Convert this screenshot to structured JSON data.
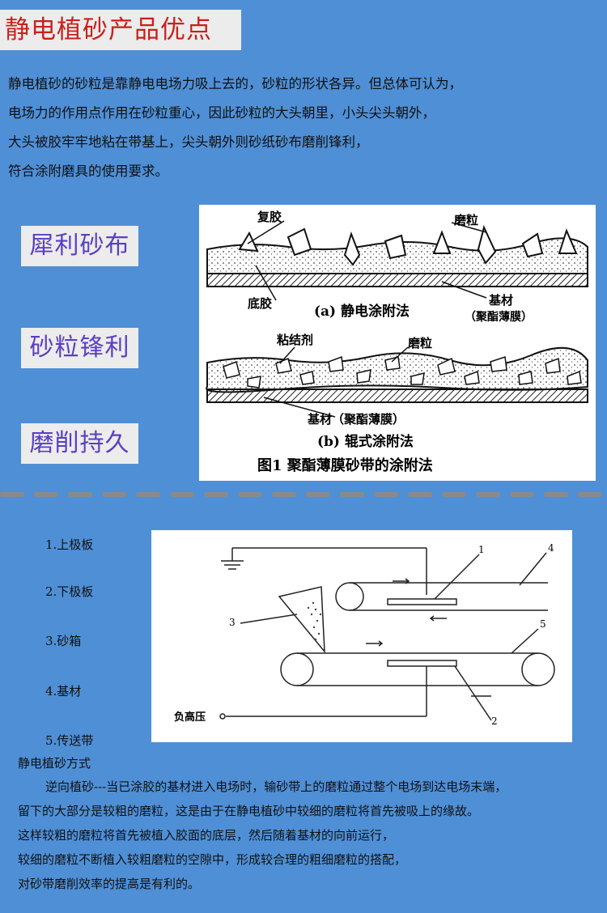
{
  "header": {
    "title": "静电植砂产品优点"
  },
  "intro": {
    "lines": [
      "静电植砂的砂粒是靠静电电场力吸上去的，砂粒的形状各异。但总体可认为，",
      "电场力的作用点作用在砂粒重心，因此砂粒的大头朝里，小头尖头朝外，",
      "大头被胶牢牢地粘在带基上，尖头朝外则砂纸砂布磨削锋利，",
      "符合涂附磨具的使用要求。"
    ]
  },
  "features": [
    "犀利砂布",
    "砂粒锋利",
    "磨削持久"
  ],
  "figure1": {
    "a_labels": {
      "glue_top": "复胶",
      "grain": "磨粒",
      "glue_bottom": "底胶",
      "base": "基材",
      "base_sub": "（聚酯薄膜）",
      "caption": "(a) 静电涂附法"
    },
    "b_labels": {
      "binder": "粘结剂",
      "grain": "磨粒",
      "base": "基材（聚酯薄膜）",
      "caption": "(b) 辊式涂附法"
    },
    "caption": "图1  聚酯薄膜砂带的涂附法"
  },
  "legend": [
    "1.上极板",
    "2.下极板",
    "3.砂箱",
    "4.基材",
    "5.传送带"
  ],
  "figure2": {
    "labels": {
      "n1": "1",
      "n2": "2",
      "n3": "3",
      "n4": "4",
      "n5": "5",
      "hv": "负高压"
    }
  },
  "method": {
    "title": "静电植砂方式",
    "lines": [
      "逆向植砂---当已涂胶的基材进入电场时，输砂带上的磨粒通过整个电场到达电场末端，",
      "留下的大部分是较粗的磨粒，这是由于在静电植砂中较细的磨粒将首先被吸上的缘故。",
      "这样较粗的磨粒将首先被植入胶面的底层，然后随着基材的向前运行，",
      "较细的磨粒不断植入较粗磨粒的空隙中，形成较合理的粗细磨粒的搭配，",
      "对砂带磨削效率的提高是有利的。"
    ]
  }
}
